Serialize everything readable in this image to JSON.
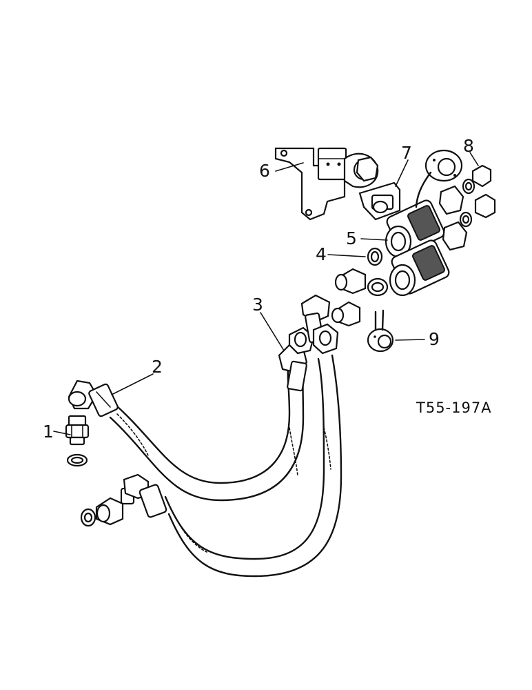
{
  "figure_reference": "T55-197A",
  "callouts": [
    {
      "id": "1",
      "label": "1"
    },
    {
      "id": "2",
      "label": "2"
    },
    {
      "id": "3",
      "label": "3"
    },
    {
      "id": "4",
      "label": "4"
    },
    {
      "id": "5",
      "label": "5"
    },
    {
      "id": "6",
      "label": "6"
    },
    {
      "id": "7",
      "label": "7"
    },
    {
      "id": "8",
      "label": "8"
    },
    {
      "id": "9",
      "label": "9"
    }
  ],
  "colors": {
    "ink": "#111111",
    "background": "#ffffff"
  }
}
